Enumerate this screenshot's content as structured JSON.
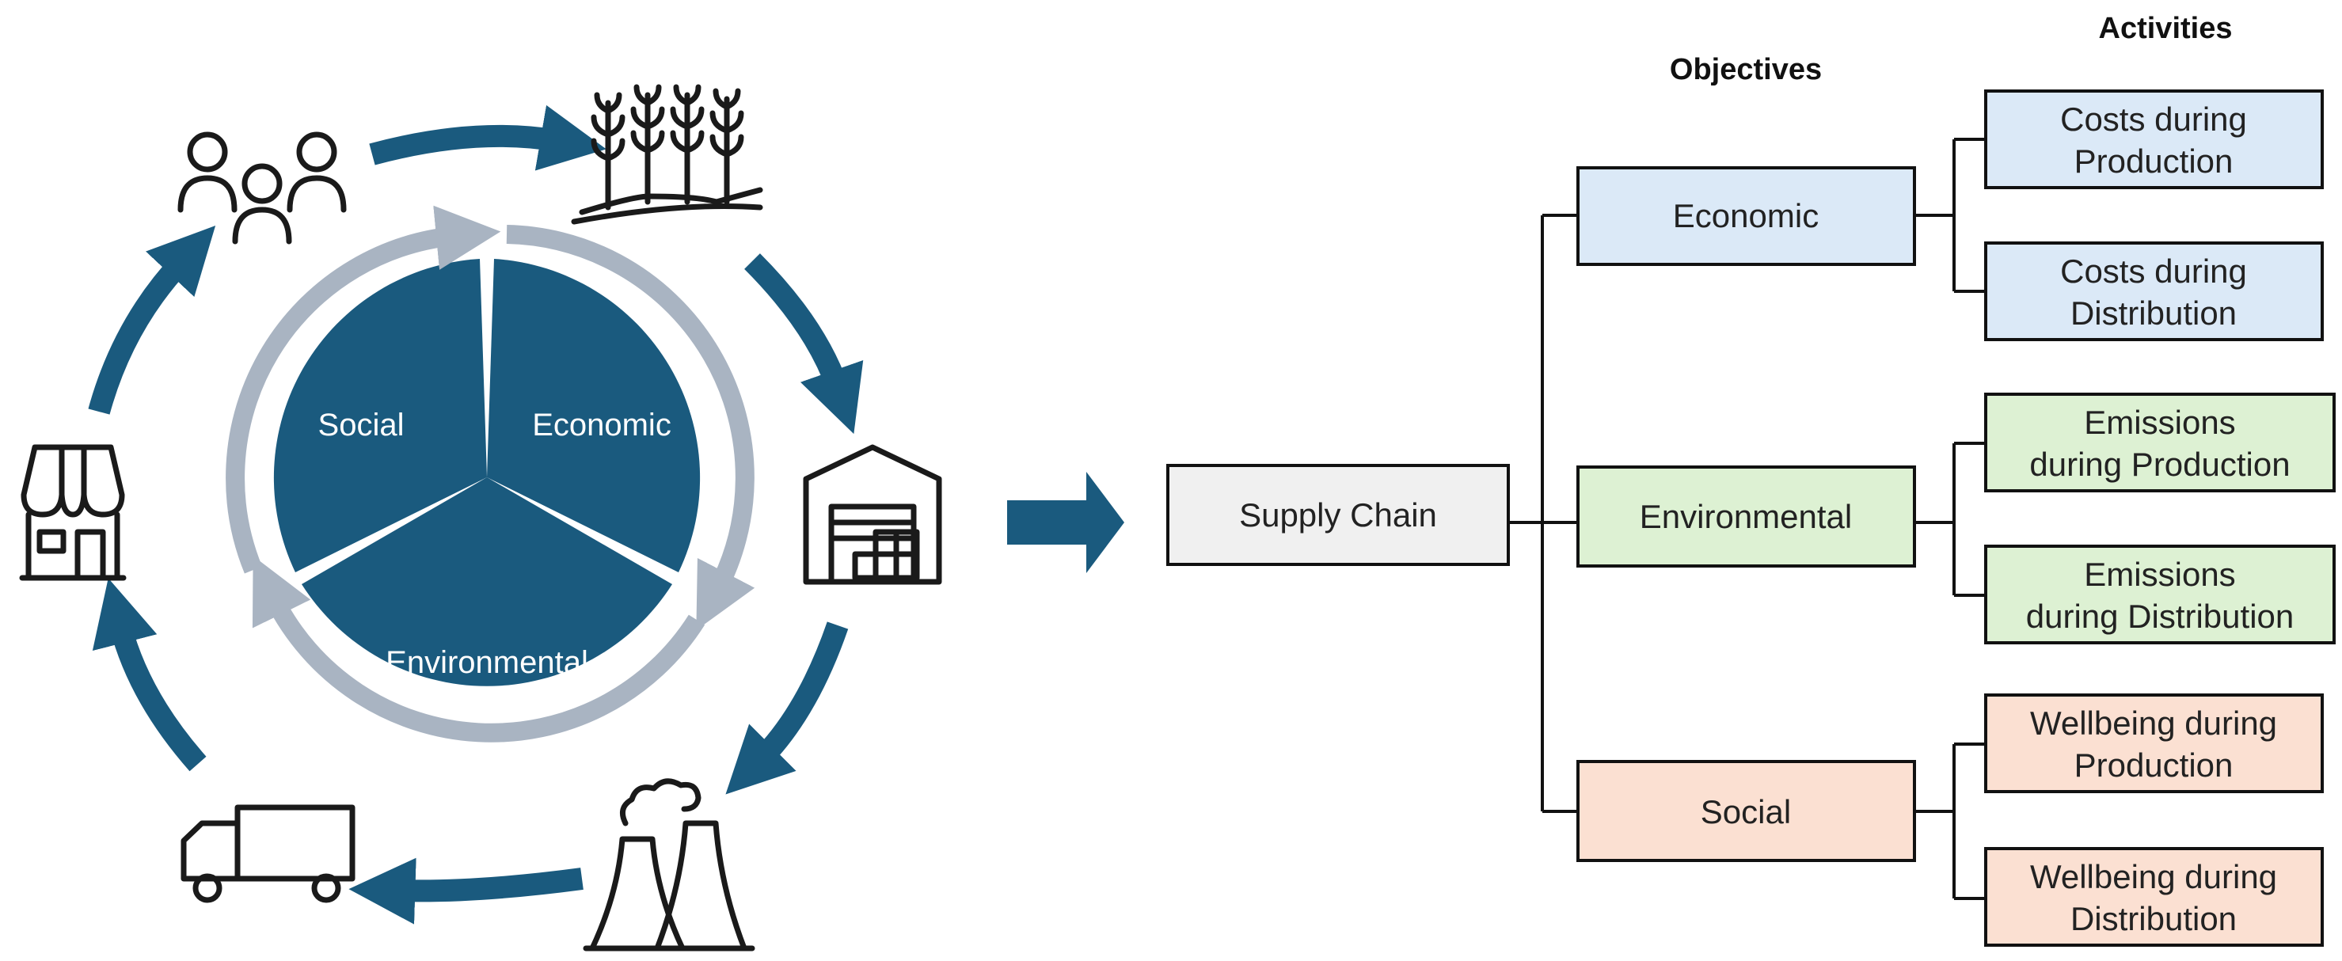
{
  "pillars": {
    "social": "Social",
    "economic": "Economic",
    "environmental": "Environmental"
  },
  "icons": [
    "people-icon",
    "wheat-field-icon",
    "warehouse-icon",
    "factory-icon",
    "truck-icon",
    "store-icon"
  ],
  "hierarchy": {
    "objectives_header": "Objectives",
    "activities_header": "Activities",
    "root": "Supply Chain",
    "objectives": [
      {
        "label": "Economic",
        "color": "#dbe9f7",
        "activities": [
          [
            "Costs during",
            "Production"
          ],
          [
            "Costs during",
            "Distribution"
          ]
        ]
      },
      {
        "label": "Environmental",
        "color": "#ddf1d3",
        "activities": [
          [
            "Emissions",
            "during Production"
          ],
          [
            "Emissions",
            "during Distribution"
          ]
        ]
      },
      {
        "label": "Social",
        "color": "#fbe0d2",
        "activities": [
          [
            "Wellbeing during",
            "Production"
          ],
          [
            "Wellbeing during",
            "Distribution"
          ]
        ]
      }
    ]
  },
  "colors": {
    "primary": "#1a5a7e",
    "ring": "#a9b4c2",
    "root_box": "#f0f0f0"
  }
}
